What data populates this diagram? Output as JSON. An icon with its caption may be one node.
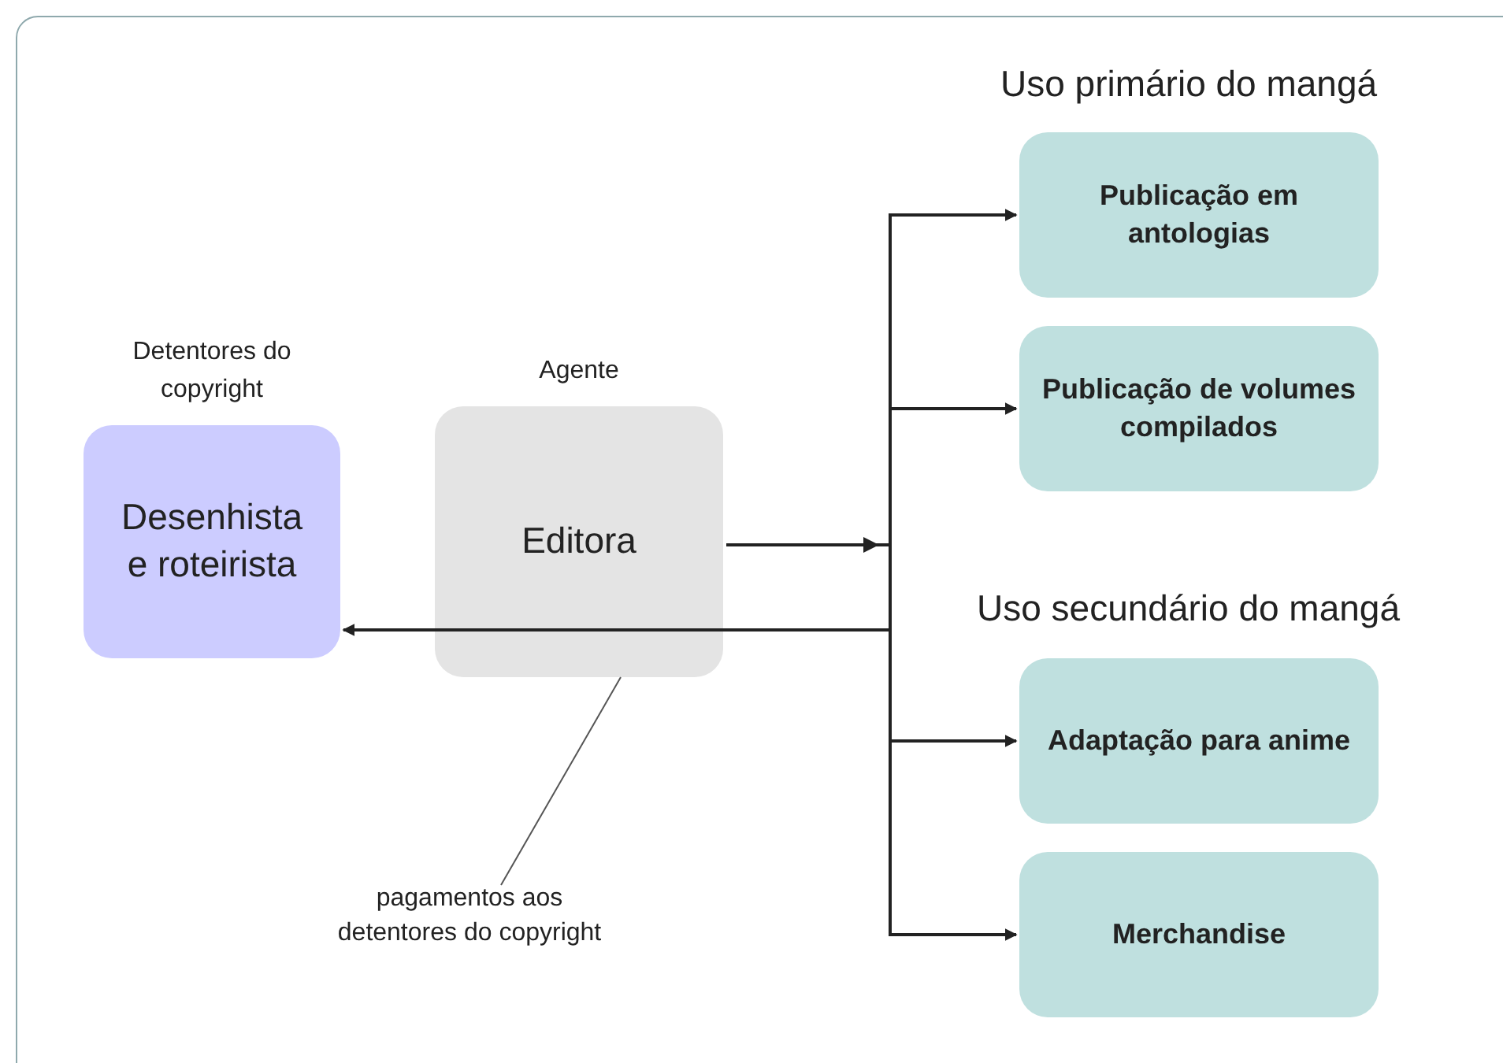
{
  "diagram": {
    "nodes": [
      {
        "text": [
          "Detentores do copyright",
          "Desenhista e roteirista"
        ]
      },
      {
        "text": [
          "Agente",
          "Editora"
        ]
      },
      {
        "text": [
          "Publicação em antologias"
        ]
      },
      {
        "text": [
          "Publicação de volumes compilados"
        ]
      },
      {
        "text": [
          "Adaptação para anime"
        ]
      },
      {
        "text": [
          "Merchandise"
        ]
      },
      {
        "text": [
          "pagamentos aos detentores do copyright"
        ]
      }
    ],
    "edges": [
      {
        "from": 1,
        "to": 2,
        "arrow": "to"
      },
      {
        "from": 1,
        "to": 3,
        "arrow": "to"
      },
      {
        "from": 1,
        "to": 4,
        "arrow": "to"
      },
      {
        "from": 1,
        "to": 5,
        "arrow": "to"
      },
      {
        "from": null,
        "to": 0,
        "arrow": "to"
      },
      {
        "from": 6,
        "to": 1,
        "arrow": "none"
      }
    ],
    "labels": [
      "Uso primário do mangá",
      "Uso secundário do mangá"
    ]
  }
}
